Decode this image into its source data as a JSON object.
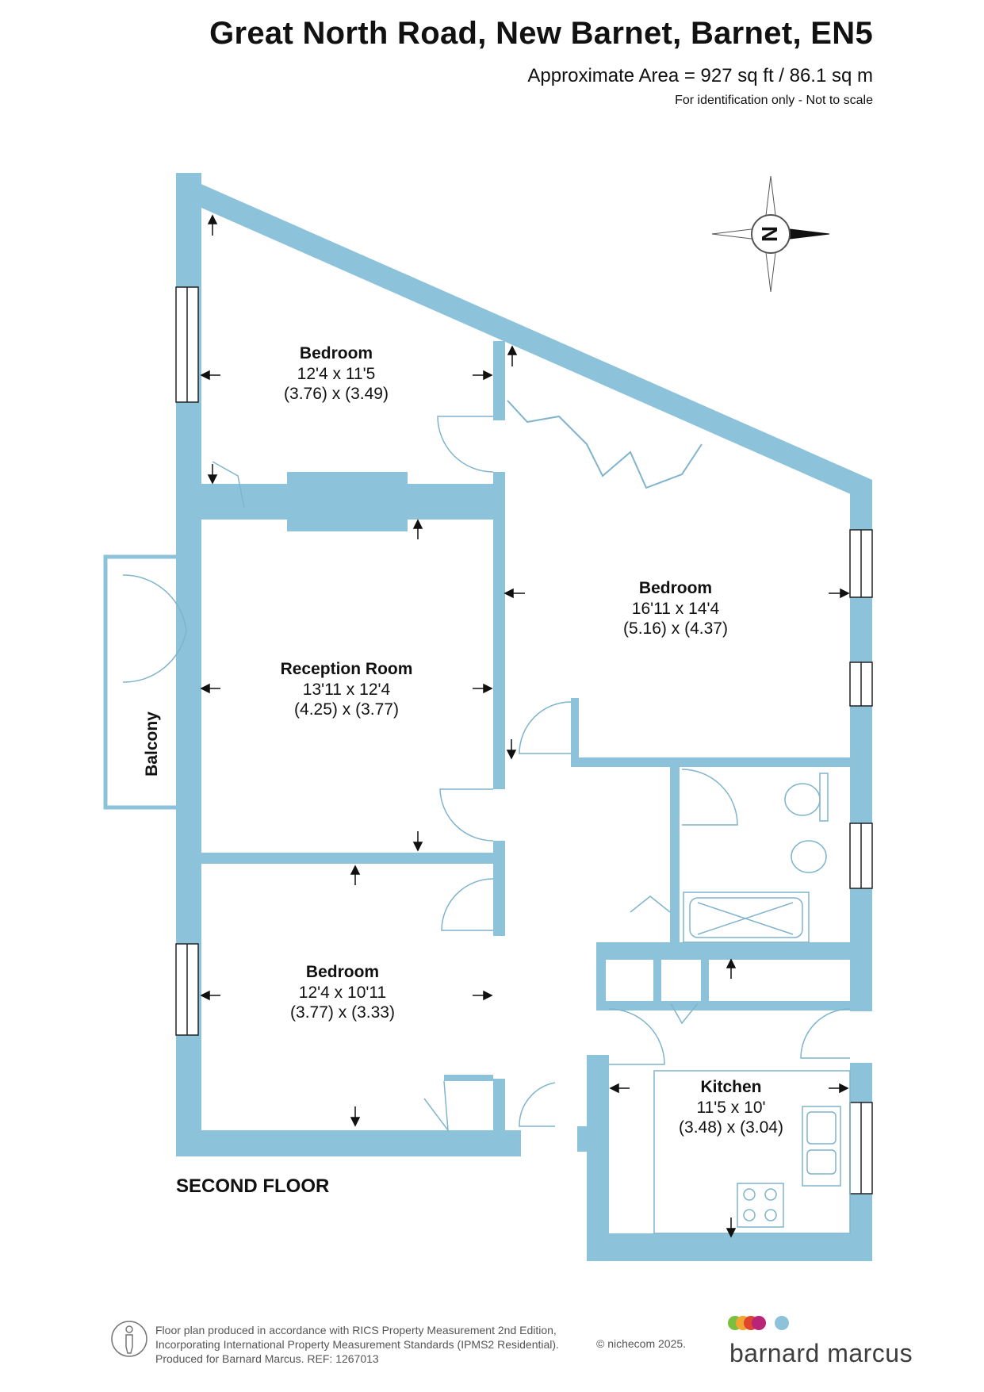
{
  "header": {
    "title": "Great North Road, New Barnet, Barnet, EN5",
    "area": "Approximate Area = 927 sq ft / 86.1 sq m",
    "note": "For identification only - Not to scale"
  },
  "compass": {
    "letter": "N"
  },
  "rooms": [
    {
      "name": "Bedroom",
      "imperial": "12'4 x 11'5",
      "metric": "(3.76) x (3.49)"
    },
    {
      "name": "Bedroom",
      "imperial": "16'11 x 14'4",
      "metric": "(5.16) x (4.37)"
    },
    {
      "name": "Reception Room",
      "imperial": "13'11 x 12'4",
      "metric": "(4.25) x (3.77)"
    },
    {
      "name": "Bedroom",
      "imperial": "12'4 x 10'11",
      "metric": "(3.77) x (3.33)"
    },
    {
      "name": "Kitchen",
      "imperial": "11'5 x 10'",
      "metric": "(3.48) x (3.04)"
    }
  ],
  "balcony_label": "Balcony",
  "floor_label": "SECOND FLOOR",
  "footer": {
    "line1": "Floor plan produced in accordance with RICS Property Measurement 2nd Edition,",
    "line2": "Incorporating International Property Measurement Standards (IPMS2 Residential).",
    "line3": "Produced for Barnard Marcus.   REF:  1267013",
    "copyright": "© nichecom 2025.",
    "brand": "barnard marcus"
  },
  "colors": {
    "wall": "#8cc3db",
    "brand_dots": [
      "#7bbf3f",
      "#f3a531",
      "#e0462d",
      "#b82578",
      "#8cc3db"
    ]
  }
}
